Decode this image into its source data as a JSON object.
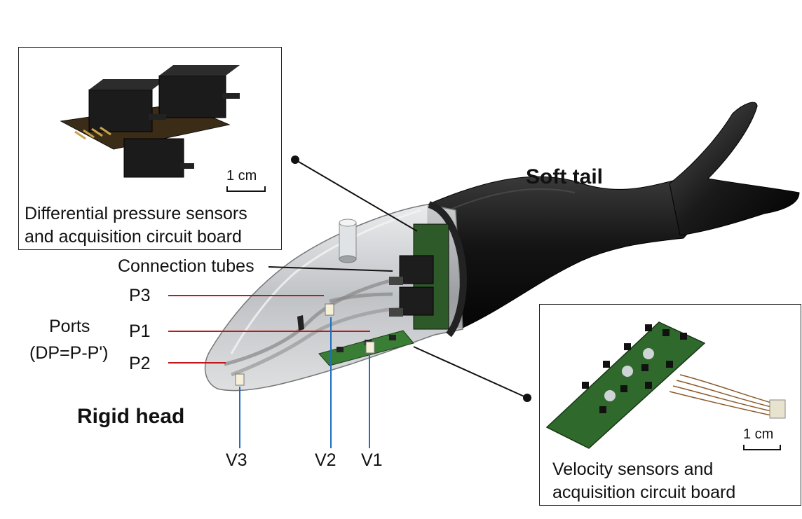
{
  "labels": {
    "soft_tail": "Soft tail",
    "rigid_head": "Rigid head",
    "connection_tubes": "Connection tubes",
    "ports": "Ports",
    "ports_formula": "(DP=P-P')",
    "p3": "P3",
    "p1": "P1",
    "p2": "P2",
    "v3": "V3",
    "v2": "V2",
    "v1": "V1"
  },
  "inset_pressure": {
    "caption_line1": "Differential pressure sensors",
    "caption_line2": "and acquisition circuit board",
    "scale": "1 cm"
  },
  "inset_velocity": {
    "caption_line1": "Velocity sensors and",
    "caption_line2": "acquisition circuit board",
    "scale": "1 cm"
  },
  "colors": {
    "port_line": "#c0171b",
    "velocity_line": "#1e6fc0",
    "body_black": "#141414",
    "shell": "#b9bcc0",
    "pcb_green": "#2f6a2c"
  }
}
